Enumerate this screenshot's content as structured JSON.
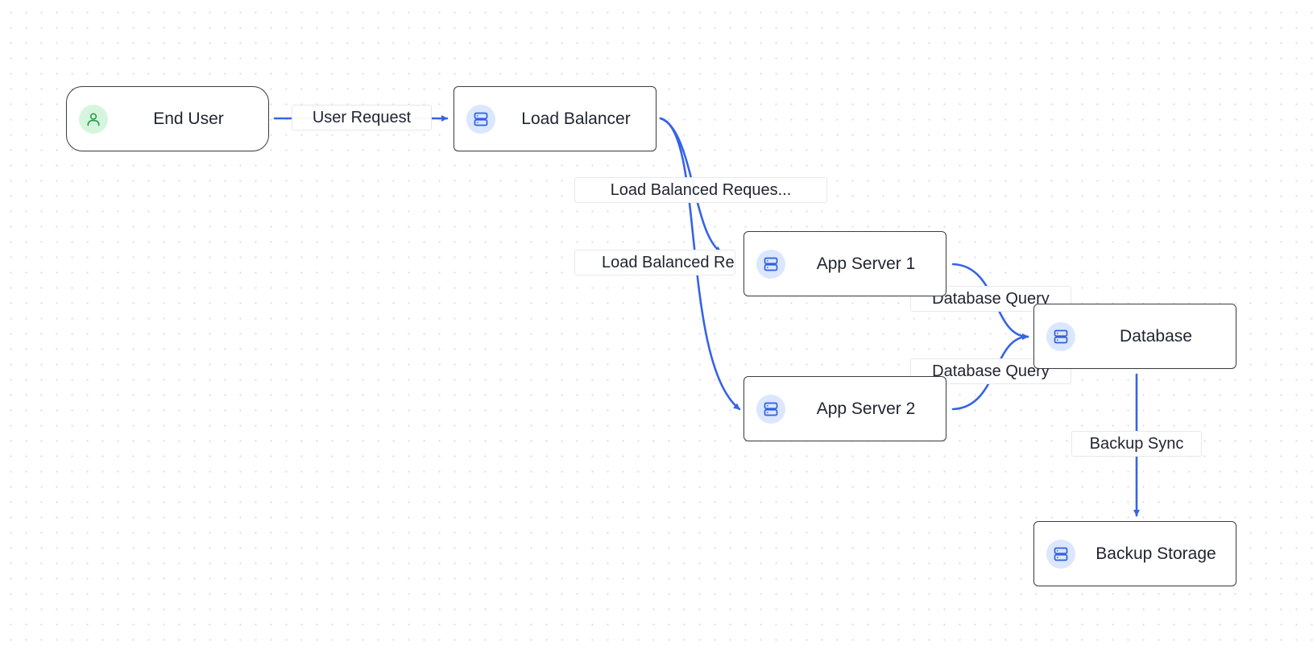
{
  "diagram": {
    "nodes": [
      {
        "id": "end-user",
        "label": "End User",
        "icon": "user-icon"
      },
      {
        "id": "load-balancer",
        "label": "Load Balancer",
        "icon": "server-icon"
      },
      {
        "id": "app-server-1",
        "label": "App Server 1",
        "icon": "server-icon"
      },
      {
        "id": "app-server-2",
        "label": "App Server 2",
        "icon": "server-icon"
      },
      {
        "id": "database",
        "label": "Database",
        "icon": "server-icon"
      },
      {
        "id": "backup-storage",
        "label": "Backup Storage",
        "icon": "server-icon"
      }
    ],
    "edges": [
      {
        "from": "end-user",
        "to": "load-balancer",
        "label": "User Request"
      },
      {
        "from": "load-balancer",
        "to": "app-server-1",
        "label": "Load Balanced Reques..."
      },
      {
        "from": "load-balancer",
        "to": "app-server-2",
        "label": "Load Balanced Re"
      },
      {
        "from": "app-server-1",
        "to": "database",
        "label": "Database Query"
      },
      {
        "from": "app-server-2",
        "to": "database",
        "label": "Database Query"
      },
      {
        "from": "database",
        "to": "backup-storage",
        "label": "Backup Sync"
      }
    ],
    "colors": {
      "edge": "#3563e9",
      "node_border": "#3b3d45",
      "server_icon": "#2f5fe0",
      "server_icon_bg": "#dbe6ff",
      "user_icon": "#2aa14b",
      "user_icon_bg": "#d6f5de"
    }
  }
}
